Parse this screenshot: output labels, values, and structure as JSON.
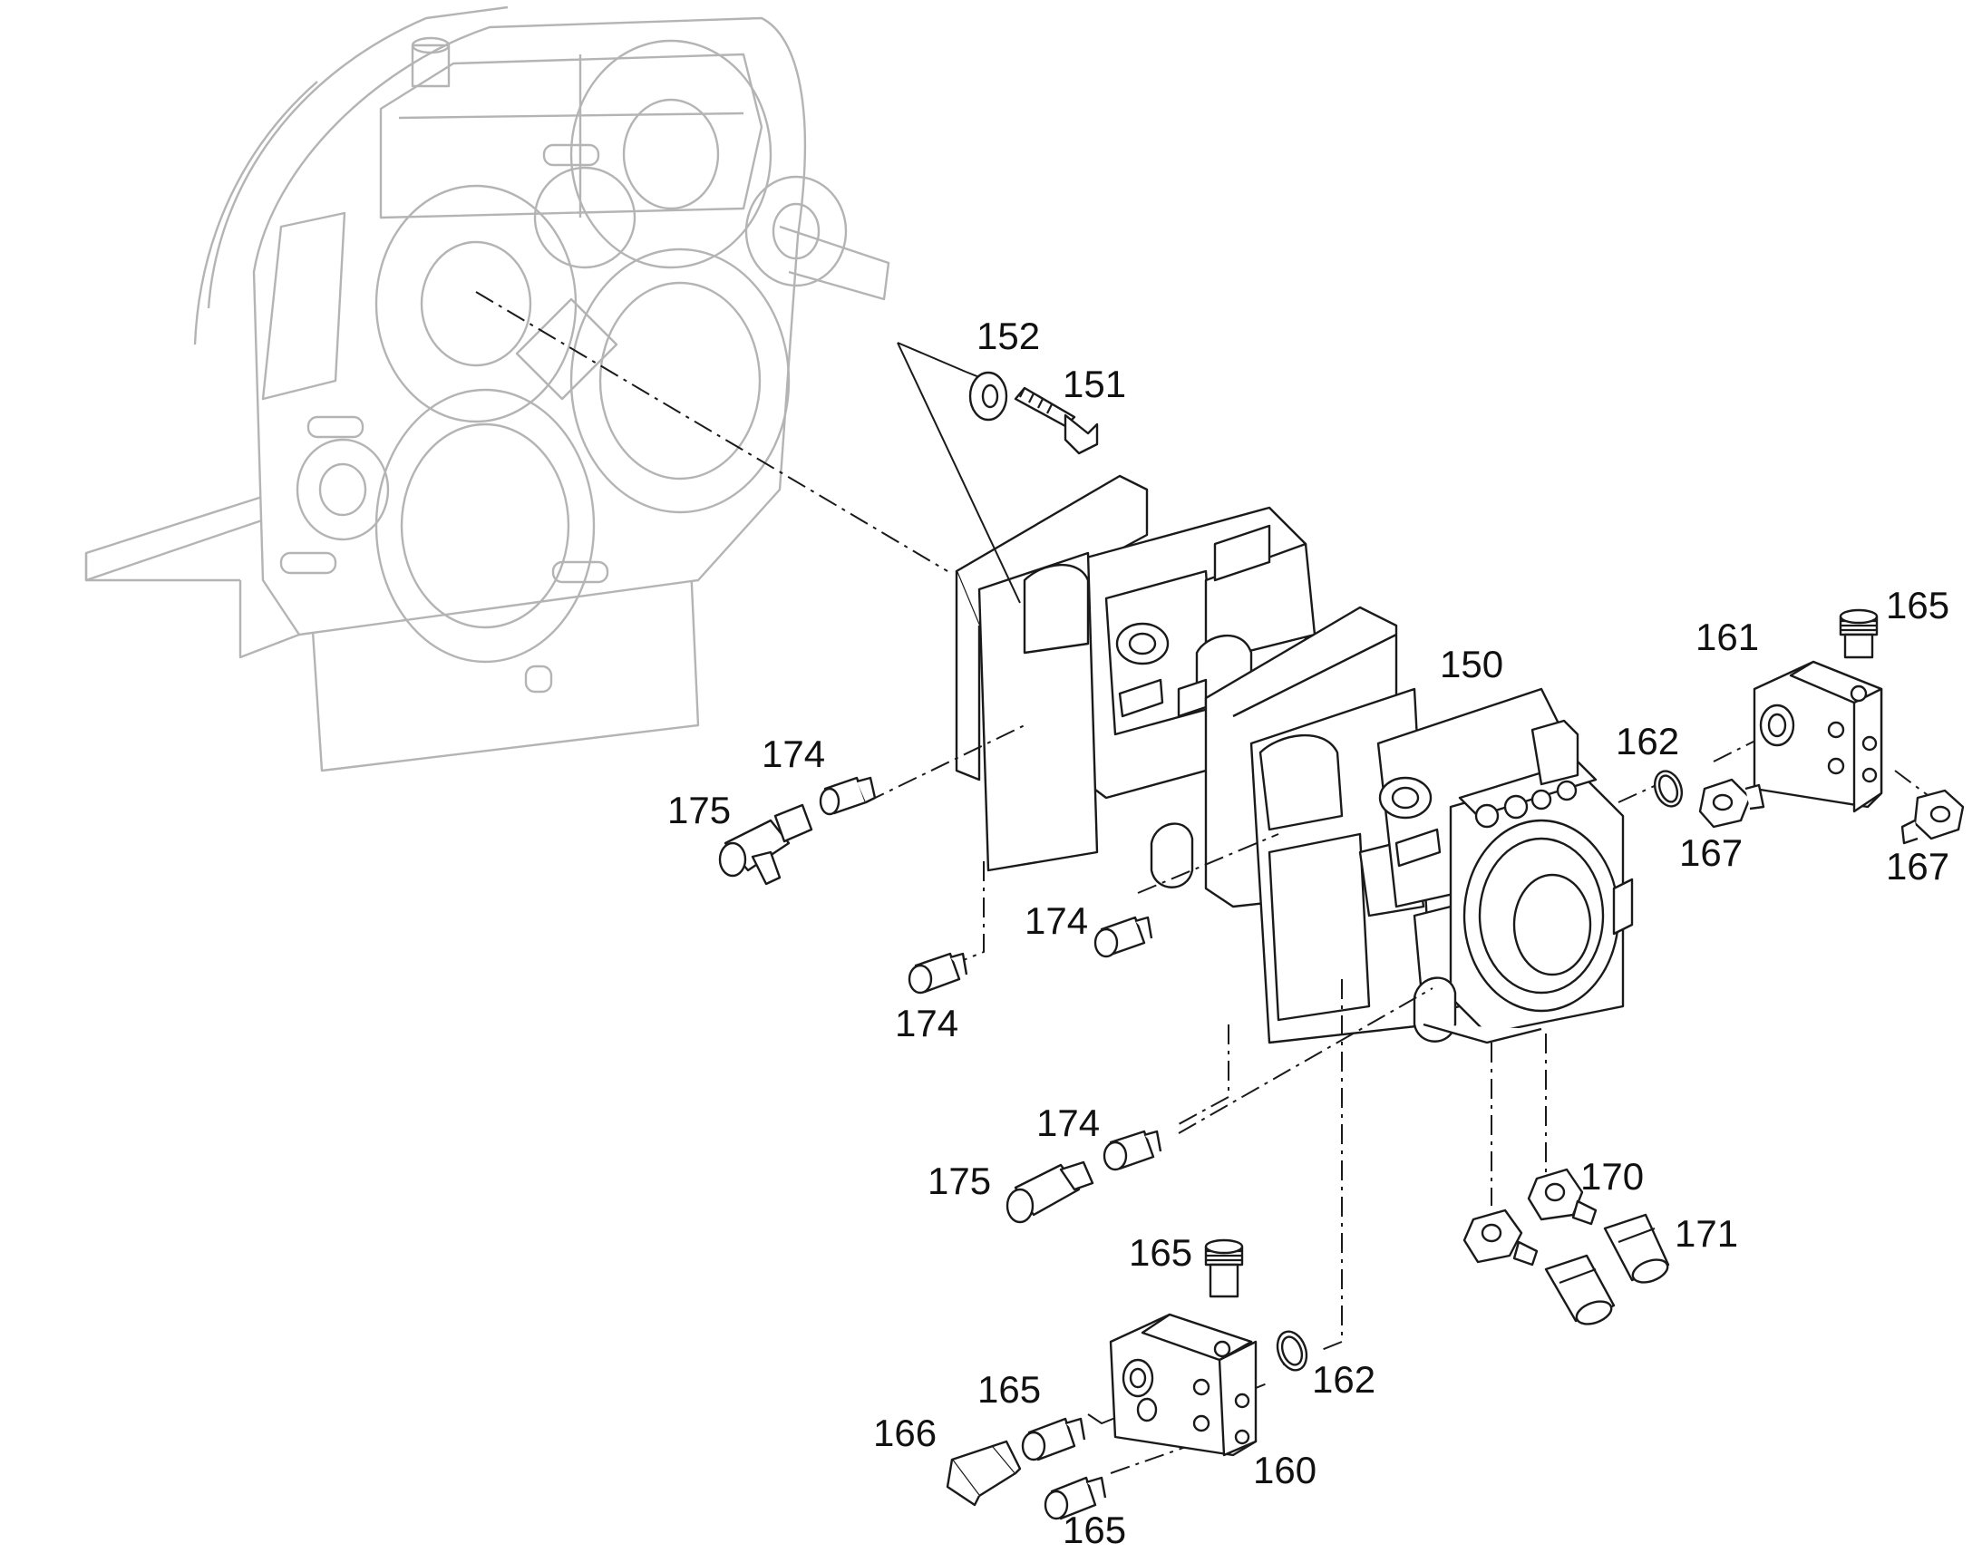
{
  "callouts": {
    "c150": "150",
    "c151": "151",
    "c152": "152",
    "c160": "160",
    "c161": "161",
    "c162a": "162",
    "c162b": "162",
    "c165a": "165",
    "c165b": "165",
    "c165c": "165",
    "c165d": "165",
    "c166": "166",
    "c167a": "167",
    "c167b": "167",
    "c170": "170",
    "c171": "171",
    "c174a": "174",
    "c174b": "174",
    "c174c": "174",
    "c174d": "174",
    "c175a": "175",
    "c175b": "175"
  }
}
